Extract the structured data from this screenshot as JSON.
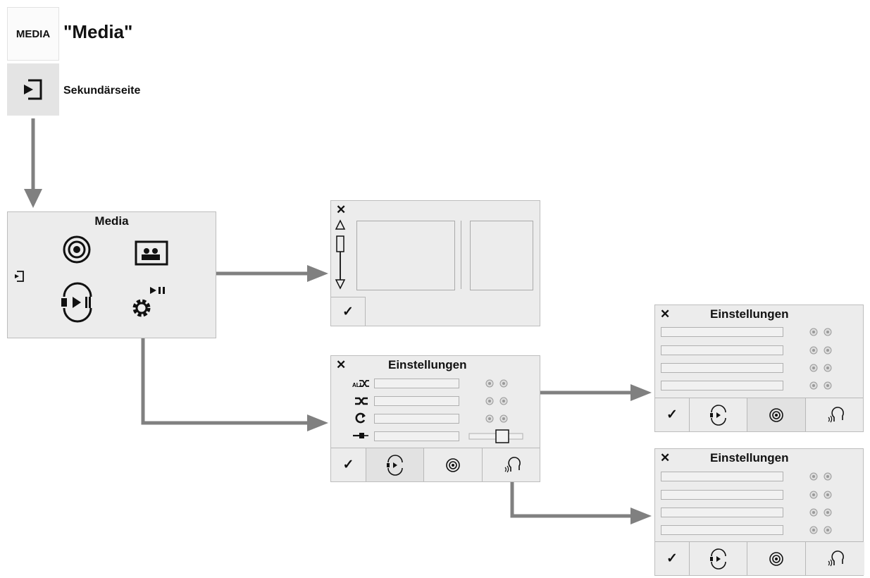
{
  "header": {
    "badge_text": "MEDIA",
    "title": "\"Media\"",
    "secondary_label": "Sekundärseite"
  },
  "media_panel": {
    "title": "Media"
  },
  "browser_panel": {
    "close": "✕",
    "confirm": "✓"
  },
  "settings_panels": [
    {
      "title": "Einstellungen",
      "close": "✕",
      "confirm": "✓"
    },
    {
      "title": "Einstellungen",
      "close": "✕",
      "confirm": "✓"
    },
    {
      "title": "Einstellungen",
      "close": "✕",
      "confirm": "✓"
    }
  ],
  "colors": {
    "panel_bg": "#ececec",
    "arrow": "#808080",
    "icon": "#111111"
  }
}
